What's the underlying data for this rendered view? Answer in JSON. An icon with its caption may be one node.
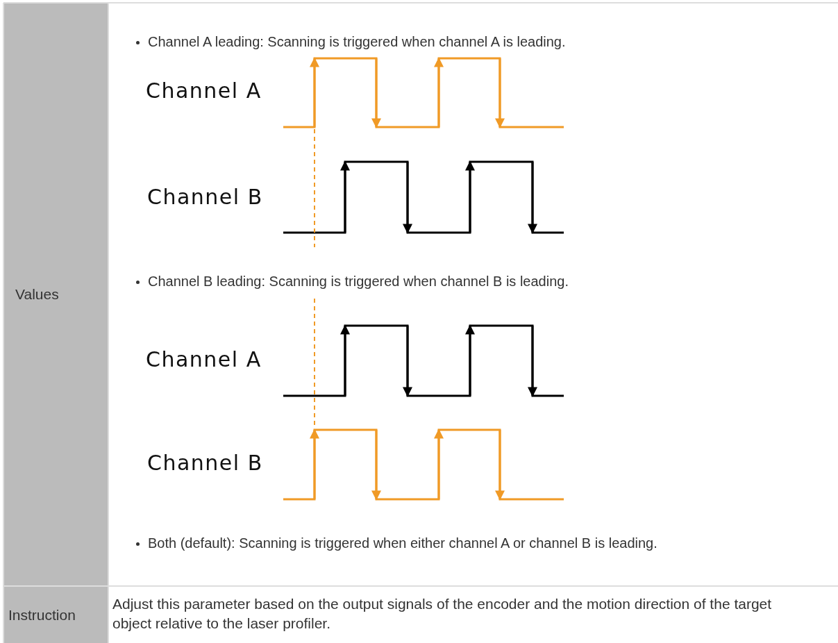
{
  "diagram": {
    "labels": [
      "Values",
      "Channel A leading: Scanning is triggered when channel A is leading.",
      "Channel A",
      "Channel B",
      "Channel B leading: Scanning is triggered when channel B is leading.",
      "Channel A",
      "Channel B",
      "Both (default): Scanning is triggered when either channel A or channel B is leading.",
      "Instruction",
      "Adjust this parameter based on the output signals of the encoder and the motion direction of the target object relative to the laser profiler."
    ]
  }
}
